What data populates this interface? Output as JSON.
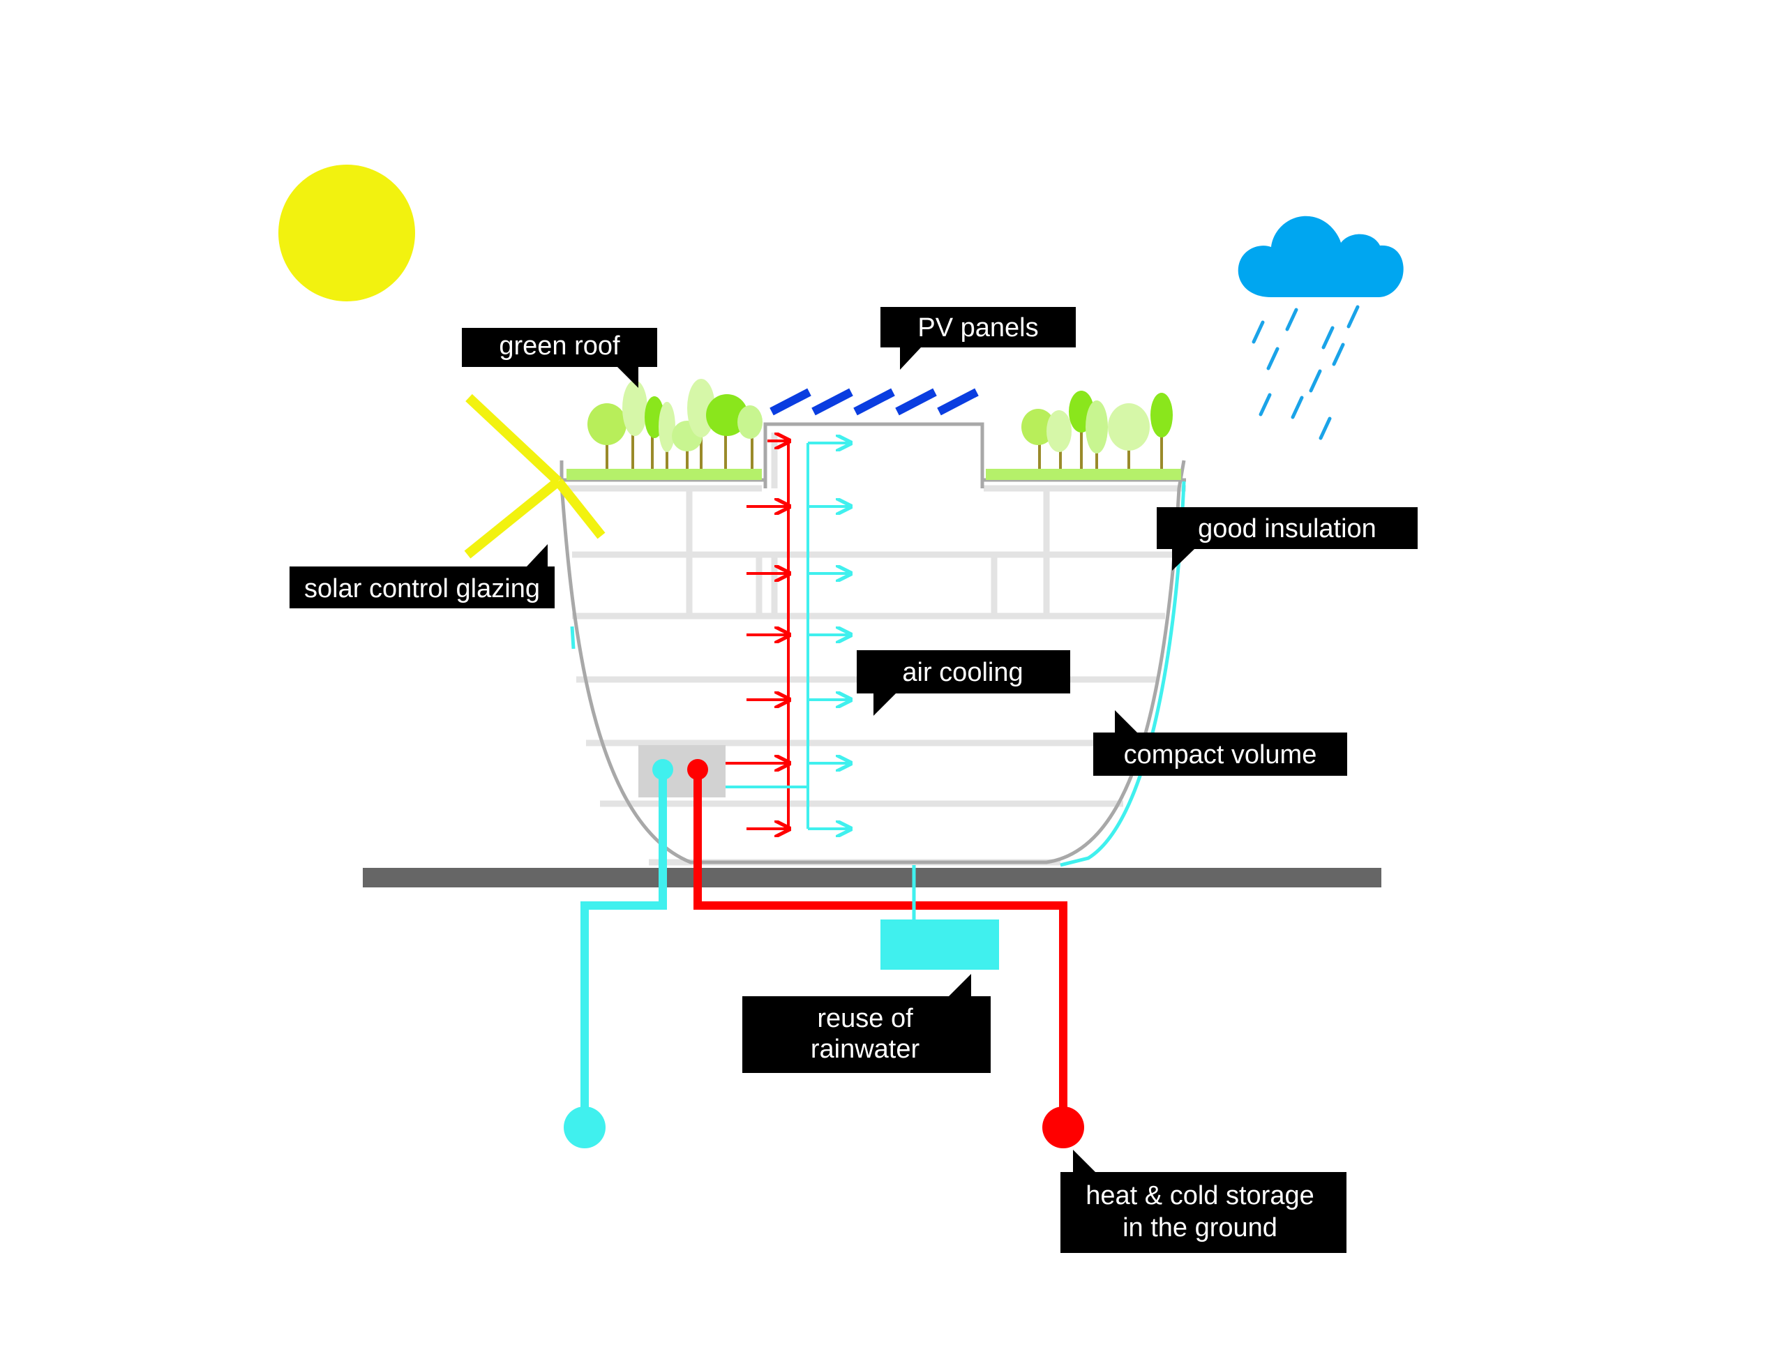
{
  "labels": {
    "green_roof": "green roof",
    "pv_panels": "PV panels",
    "good_insulation": "good insulation",
    "solar_control_glazing": "solar control glazing",
    "air_cooling": "air cooling",
    "compact_volume": "compact volume",
    "reuse_of_rainwater_line1": "reuse of",
    "reuse_of_rainwater_line2": "rainwater",
    "storage_line1": "heat & cold storage",
    "storage_line2": "in the ground"
  },
  "colors": {
    "sun": "#f2f20f",
    "cloud": "#00a6f0",
    "rain": "#1aa3e8",
    "pv": "#0a3de0",
    "cold": "#40f0ee",
    "hot": "#ff0000",
    "ground": "#666666",
    "label_bg": "#000000",
    "building_lines": "#e3e3e3",
    "shell": "#a8a8a8",
    "roof_grass": "#b5f06a",
    "tree_dark": "#8ae61c",
    "tree_light": "#c8f590"
  },
  "icons": {
    "sun": "sun-icon",
    "cloud": "rain-cloud-icon"
  }
}
